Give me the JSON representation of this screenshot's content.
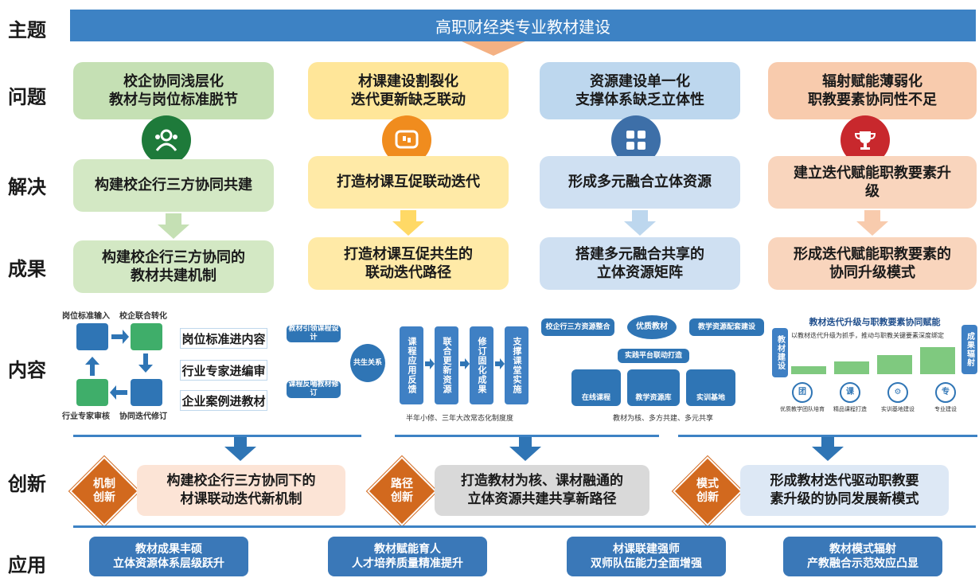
{
  "row_labels": [
    "主题",
    "问题",
    "解决",
    "成果",
    "内容",
    "创新",
    "应用"
  ],
  "theme": "高职财经类专业教材建设",
  "problems": [
    "校企协同浅层化\n教材与岗位标准脱节",
    "材课建设割裂化\n迭代更新缺乏联动",
    "资源建设单一化\n支撑体系缺乏立体性",
    "辐射赋能薄弱化\n职教要素协同性不足"
  ],
  "solutions": [
    "构建校企行三方协同共建",
    "打造材课互促联动迭代",
    "形成多元融合立体资源",
    "建立迭代赋能职教要素升\n级"
  ],
  "results": [
    "构建校企行三方协同的\n教材共建机制",
    "打造材课互促共生的\n联动迭代路径",
    "搭建多元融合共享的\n立体资源矩阵",
    "形成迭代赋能职教要素的\n协同升级模式"
  ],
  "icons": [
    "people-icon",
    "chat-icon",
    "grid-icon",
    "trophy-icon"
  ],
  "colors": {
    "green": "#1e7a3a",
    "orange": "#f08c1e",
    "blue": "#3d6fa8",
    "red": "#c8282d",
    "banner": "#3d82c4",
    "diamond": "#d2691e"
  },
  "content": {
    "panel1": {
      "cycle": [
        "岗位标准输入",
        "校企联合转化",
        "协同迭代修订",
        "行业专家审核"
      ],
      "tags": [
        "岗位标准进内容",
        "行业专家进编审",
        "企业案例进教材"
      ]
    },
    "panel2": {
      "left": [
        "教材引领课程设计",
        "课程反哺教材修订"
      ],
      "center": "共生关系",
      "steps": [
        "课程应用反馈",
        "联合更新资源",
        "修订固化成果",
        "支撑课堂实施"
      ],
      "caption": "半年小修、三年大改常态化制度度"
    },
    "panel3": {
      "top": [
        "校企行三方资源整合",
        "优质教材",
        "教学资源配套建设"
      ],
      "middle": "实践平台联动打造",
      "bottom": [
        "在线课程",
        "教学资源库",
        "实训基地"
      ],
      "caption": "教材为核、多方共建、多元共享"
    },
    "panel4": {
      "title": "教材迭代升级与职教要素协同赋能",
      "left": "教材建设",
      "right": "成果辐射",
      "subtitle": "以教材迭代升级为抓手，推动与职教关键要素深度绑定",
      "items": [
        "优质教学团队培育",
        "精品课程打造",
        "实训基地建设",
        "专业建设"
      ],
      "item_glyphs": [
        "团",
        "课",
        "⚙",
        "专"
      ],
      "bars": [
        0.25,
        0.4,
        0.6,
        0.85
      ]
    }
  },
  "innovation": [
    {
      "tag": "机制\n创新",
      "text": "构建校企行三方协同下的\n材课联动迭代新机制"
    },
    {
      "tag": "路径\n创新",
      "text": "打造教材为核、课材融通的\n立体资源共建共享新路径"
    },
    {
      "tag": "模式\n创新",
      "text": "形成教材迭代驱动职教要\n素升级的协同发展新模式"
    }
  ],
  "applications": [
    "教材成果丰硕\n立体资源体系层级跃升",
    "教材赋能育人\n人才培养质量精准提升",
    "材课联建强师\n双师队伍能力全面增强",
    "教材模式辐射\n产教融合示范效应凸显"
  ]
}
